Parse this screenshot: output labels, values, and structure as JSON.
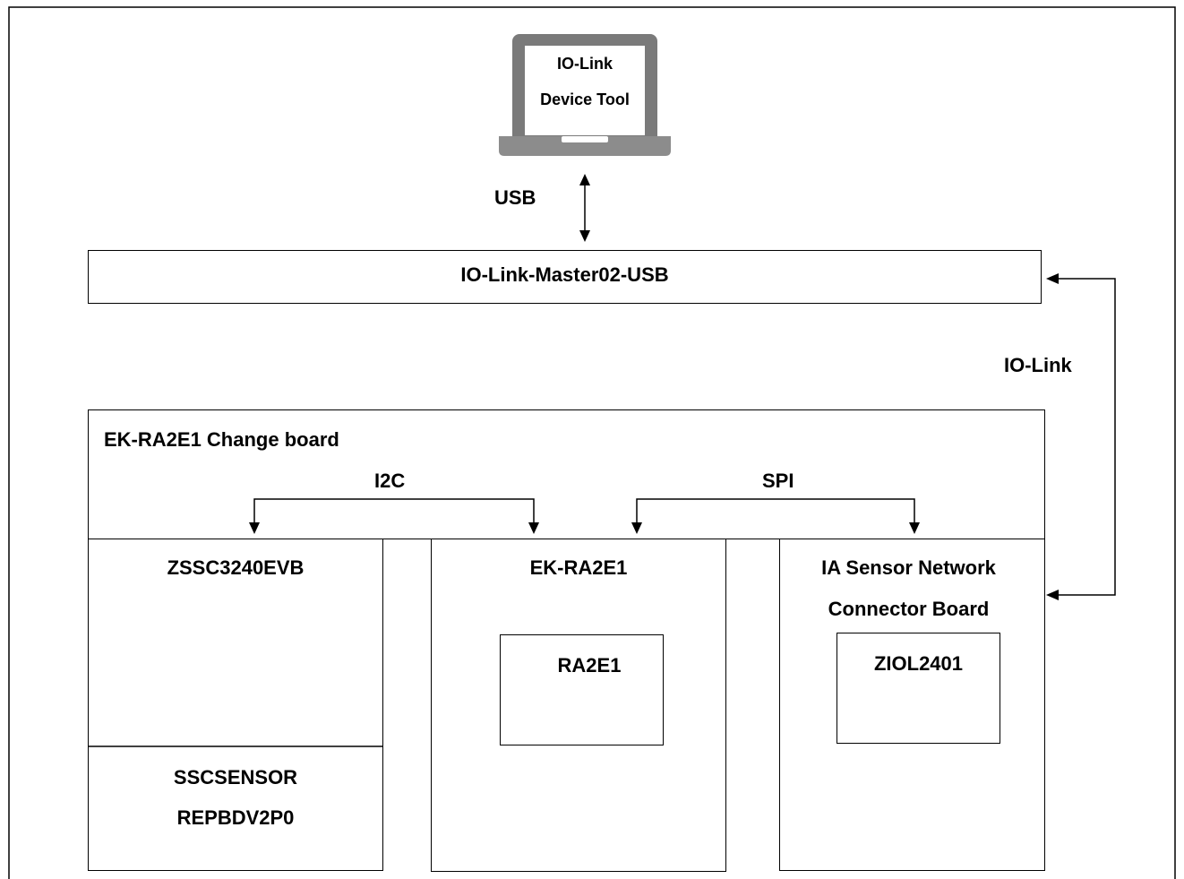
{
  "laptop": {
    "line1": "IO-Link",
    "line2": "Device Tool"
  },
  "usb_label": "USB",
  "master_label": "IO-Link-Master02-USB",
  "iolink_label": "IO-Link",
  "change_board_label": "EK-RA2E1 Change board",
  "i2c_label": "I2C",
  "spi_label": "SPI",
  "zssc": {
    "title": "ZSSC3240EVB",
    "sensor_line1": "SSCSENSOR",
    "sensor_line2": "REPBDV2P0"
  },
  "ekra": {
    "title": "EK-RA2E1",
    "chip": "RA2E1"
  },
  "ia": {
    "title_line1": "IA Sensor Network",
    "title_line2": "Connector Board",
    "chip": "ZIOL2401"
  },
  "colors": {
    "line": "#000000",
    "laptop_frame": "#7a7a7a",
    "laptop_base": "#8c8c8c",
    "background": "#ffffff"
  }
}
